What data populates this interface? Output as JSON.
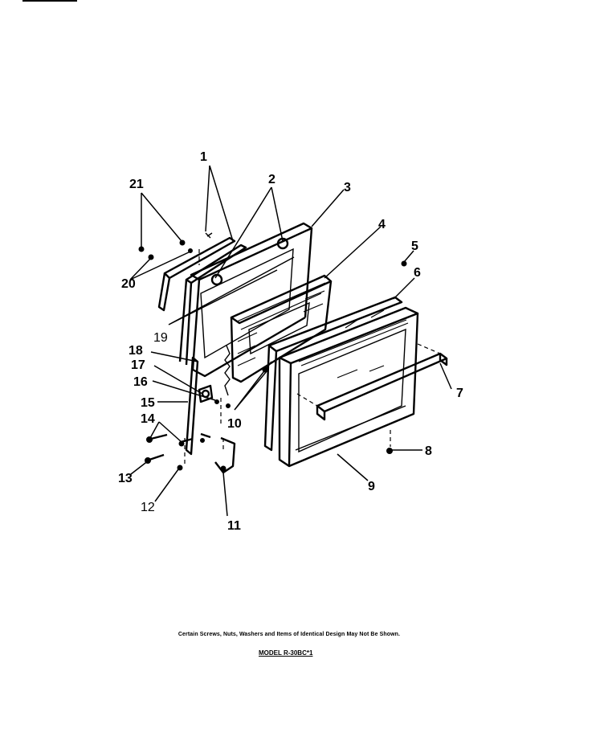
{
  "diagram": {
    "callouts": {
      "c1": "1",
      "c2": "2",
      "c3": "3",
      "c4": "4",
      "c5": "5",
      "c6": "6",
      "c7": "7",
      "c8": "8",
      "c9": "9",
      "c10": "10",
      "c11": "11",
      "c12": "12",
      "c13": "13",
      "c14": "14",
      "c15": "15",
      "c16": "16",
      "c17": "17",
      "c18": "18",
      "c19": "19",
      "c20": "20",
      "c21": "21"
    }
  },
  "footer": {
    "note": "Certain Screws, Nuts, Washers and Items of Identical Design May Not Be Shown.",
    "model": "MODEL R-30BC*1"
  }
}
